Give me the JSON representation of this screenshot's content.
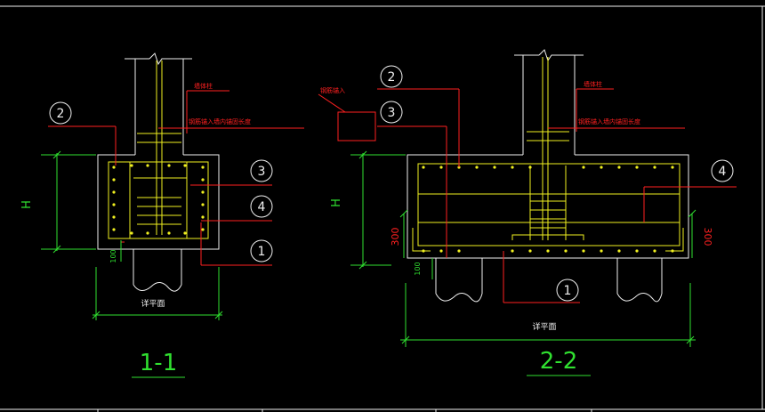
{
  "colors": {
    "background": "#000000",
    "outline": "#f0f0f0",
    "rebar": "#f0f020",
    "leader": "#ff2020",
    "dimension": "#30e030"
  },
  "callouts": {
    "c1": "1",
    "c2": "2",
    "c3": "3",
    "c4": "4"
  },
  "dimensions": {
    "height_symbol": "H",
    "cover_100": "100",
    "cover_300": "300"
  },
  "labels": {
    "plan_note": "详平面",
    "section_left": "1-1",
    "section_right": "2-2",
    "pile_note_left": "墙体柱",
    "rebar_note": "钢筋锚入墙内锚固长度",
    "pile_cap_note": "钢筋锚入"
  }
}
